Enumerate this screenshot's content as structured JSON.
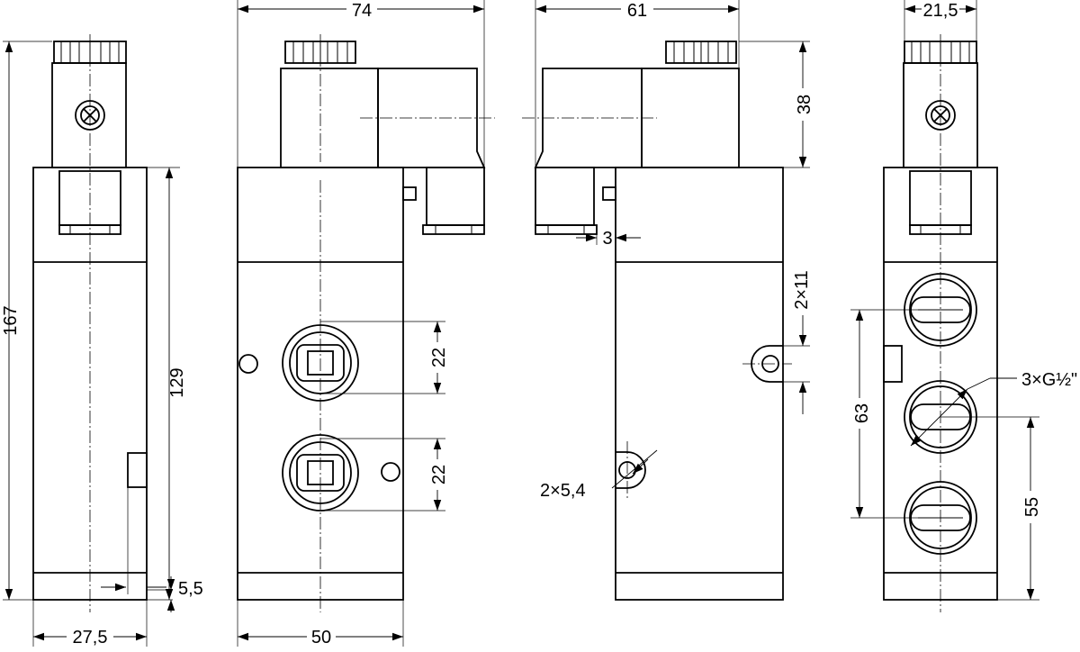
{
  "drawing": {
    "dimensions": {
      "total_height": "167",
      "body_height": "129",
      "bottom_offset": "5,5",
      "side_width": "27,5",
      "front_width": "50",
      "front_overall": "74",
      "rear_overall": "61",
      "coil_height": "38",
      "tab_offset": "3",
      "port_spacing_top": "22",
      "port_spacing_bottom": "22",
      "mount_hole_spacing": "2×11",
      "mount_holes": "2×5,4",
      "ports": "3×G½\"",
      "port_pitch": "63",
      "port_bottom": "55",
      "coil_width": "21,5"
    }
  }
}
